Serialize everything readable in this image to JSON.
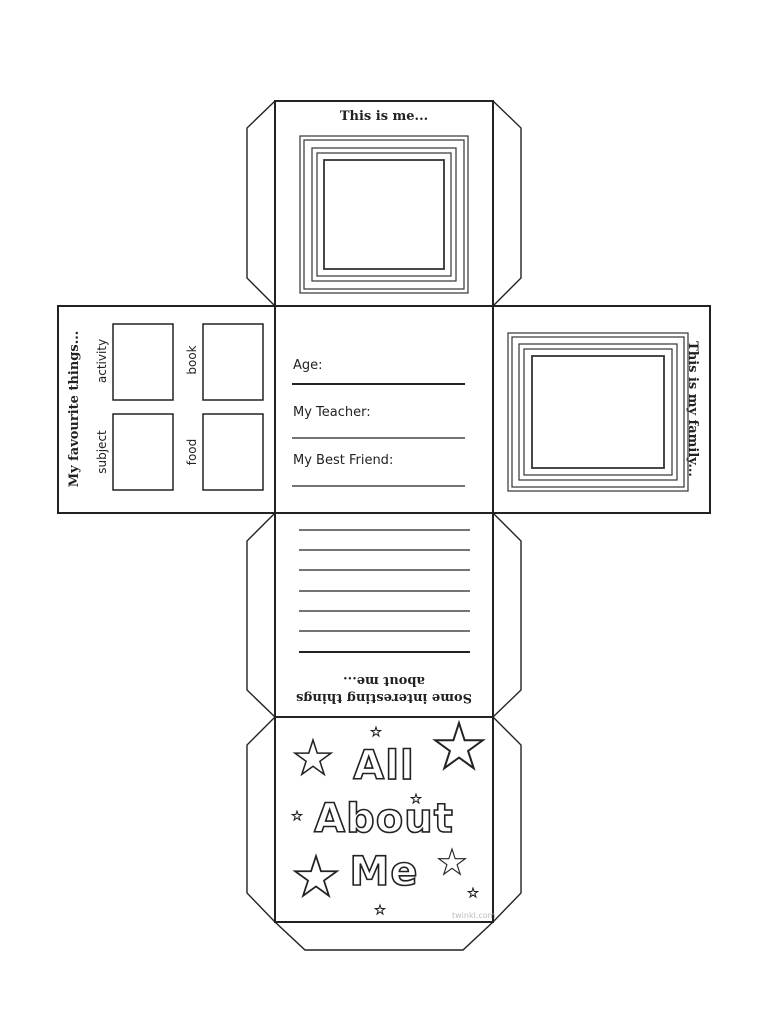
{
  "top_face": {
    "title": "This is me..."
  },
  "center_face": {
    "fields": [
      {
        "label": "Age:"
      },
      {
        "label": "My Teacher:"
      },
      {
        "label": "My Best Friend:"
      }
    ]
  },
  "left_face": {
    "title": "My favourite things...",
    "categories": [
      "activity",
      "book",
      "subject",
      "food"
    ]
  },
  "right_face": {
    "title": "This is my family..."
  },
  "bottom_face": {
    "title_line1": "Some interesting things",
    "title_line2": "about me..."
  },
  "cover_face": {
    "line1": "All",
    "line2": "About",
    "line3": "Me"
  },
  "credit": "twinkl.com"
}
